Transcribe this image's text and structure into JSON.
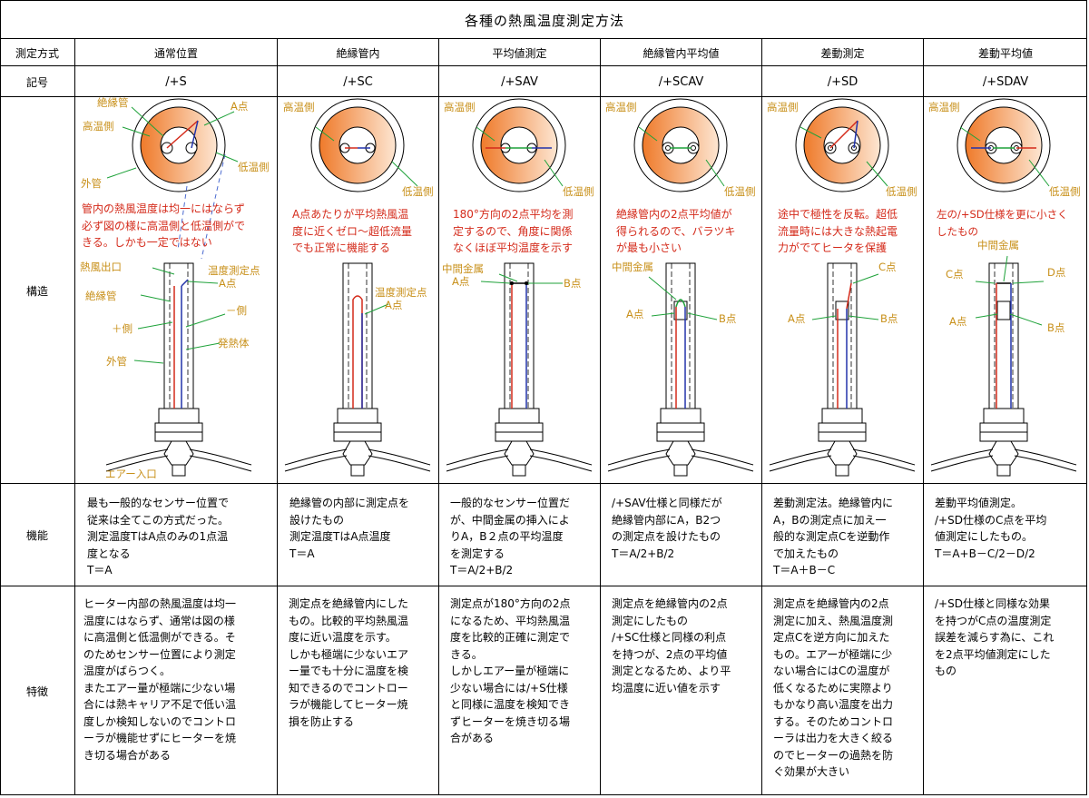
{
  "title": "各種の熱風温度測定方法",
  "row_labels": {
    "method": "測定方式",
    "symbol": "記号",
    "structure": "構造",
    "function": "機能",
    "feature": "特徴"
  },
  "columns": [
    {
      "name": "通常位置",
      "symbol": "/+S",
      "red_note": "管内の熱風温度は均一にはならず\n必ず図の様に高温側と低温側がで\nきる。しかも一定ではない",
      "function": "最も一般的なセンサー位置で\n従来は全てこの方式だった。\n測定温度TはA点のみの1点温\n度となる\nT＝A",
      "feature": "ヒーター内部の熱風温度は均一\n温度にはならず、通常は図の様\nに高温側と低温側ができる。そ\nのためセンサー位置により測定\n温度がばらつく。\nまたエアー量が極端に少ない場\n合には熱キャリア不足で低い温\n度しか検知しないのでコントロ\nーラが機能せずにヒーターを焼\nき切る場合がある"
    },
    {
      "name": "絶縁管内",
      "symbol": "/+SC",
      "red_note": "A点あたりが平均熱風温\n度に近くゼロ～超低流量\nでも正常に機能する",
      "function": "絶縁管の内部に測定点を\n設けたもの\n測定温度TはA点温度\nT＝A",
      "feature": "測定点を絶縁管内にした\nもの。比較的平均熱風温\n度に近い温度を示す。\nしかも極端に少ないエア\nー量でも十分に温度を検\n知できるのでコントロー\nラが機能してヒーター焼\n損を防止する"
    },
    {
      "name": "平均値測定",
      "symbol": "/+SAV",
      "red_note": "180°方向の2点平均を測\n定するので、角度に関係\nなくほぼ平均温度を示す",
      "function": "一般的なセンサー位置だ\nが、中間金属の挿入によ\nりA，B２点の平均温度\nを測定する\nT＝A/2+B/2",
      "feature": "測定点が180°方向の2点\nになるため、平均熱風温\n度を比較的正確に測定で\nきる。\nしかしエアー量が極端に\n少ない場合には/+S仕様\nと同様に温度を検知でき\nずヒーターを焼き切る場\n合がある"
    },
    {
      "name": "絶縁管内平均値",
      "symbol": "/+SCAV",
      "red_note": "絶縁管内の2点平均値が\n得られるので、バラツキ\nが最も小さい",
      "function": "/+SAV仕様と同様だが\n絶縁管内部にA，B2つ\nの測定点を設けたもの\nT＝A/2+B/2",
      "feature": "測定点を絶縁管内の2点\n測定にしたもの\n/+SC仕様と同様の利点\nを持つが、2点の平均値\n測定となるため、より平\n均温度に近い値を示す"
    },
    {
      "name": "差動測定",
      "symbol": "/+SD",
      "red_note": "途中で極性を反転。超低\n流量時には大きな熱起電\n力がでてヒータを保護",
      "function": "差動測定法。絶縁管内に\nA，Bの測定点に加え一\n般的な測定点Cを逆動作\nで加えたもの\nT＝A＋B－C",
      "feature": "測定点を絶縁管内の2点\n測定に加え、熱風温度測\n定点Cを逆方向に加えた\nもの。エアーが極端に少\nない場合にはCの温度が\n低くなるために実際より\nもかなり高い温度を出力\nする。そのためコントロ\nーラは出力を大きく絞る\nのでヒーターの過熱を防\nぐ効果が大きい"
    },
    {
      "name": "差動平均値",
      "symbol": "/+SDAV",
      "red_note": "左の/+SD仕様を更に小さく\nしたもの",
      "function": "差動平均値測定。\n/+SD仕様のC点を平均\n値測定にしたもの。\nT＝A+B－C/2－D/2",
      "feature": "/+SD仕様と同様な効果\nを持つがC点の温度測定\n誤差を減らす為に、これ\nを2点平均値測定にした\nもの"
    }
  ],
  "diagram_labels": {
    "insulating_tube": "絶縁管",
    "point_a": "A点",
    "point_b": "B点",
    "point_c": "C点",
    "point_d": "D点",
    "hot_side": "高温側",
    "cold_side": "低温側",
    "outer_tube": "外管",
    "hot_air_outlet": "熱風出口",
    "temp_point": "温度測定点",
    "plus_side": "＋側",
    "minus_side": "－側",
    "heater": "発熱体",
    "air_inlet": "エアー入口",
    "middle_metal": "中間金属"
  },
  "colors": {
    "hot_fill": "#f08a3c",
    "cold_fill": "#fde0c8",
    "label": "#c8901a",
    "note": "#d42a1a",
    "plus_wire": "#d42a1a",
    "minus_wire": "#2233aa",
    "pointer": "#1fa23a"
  }
}
